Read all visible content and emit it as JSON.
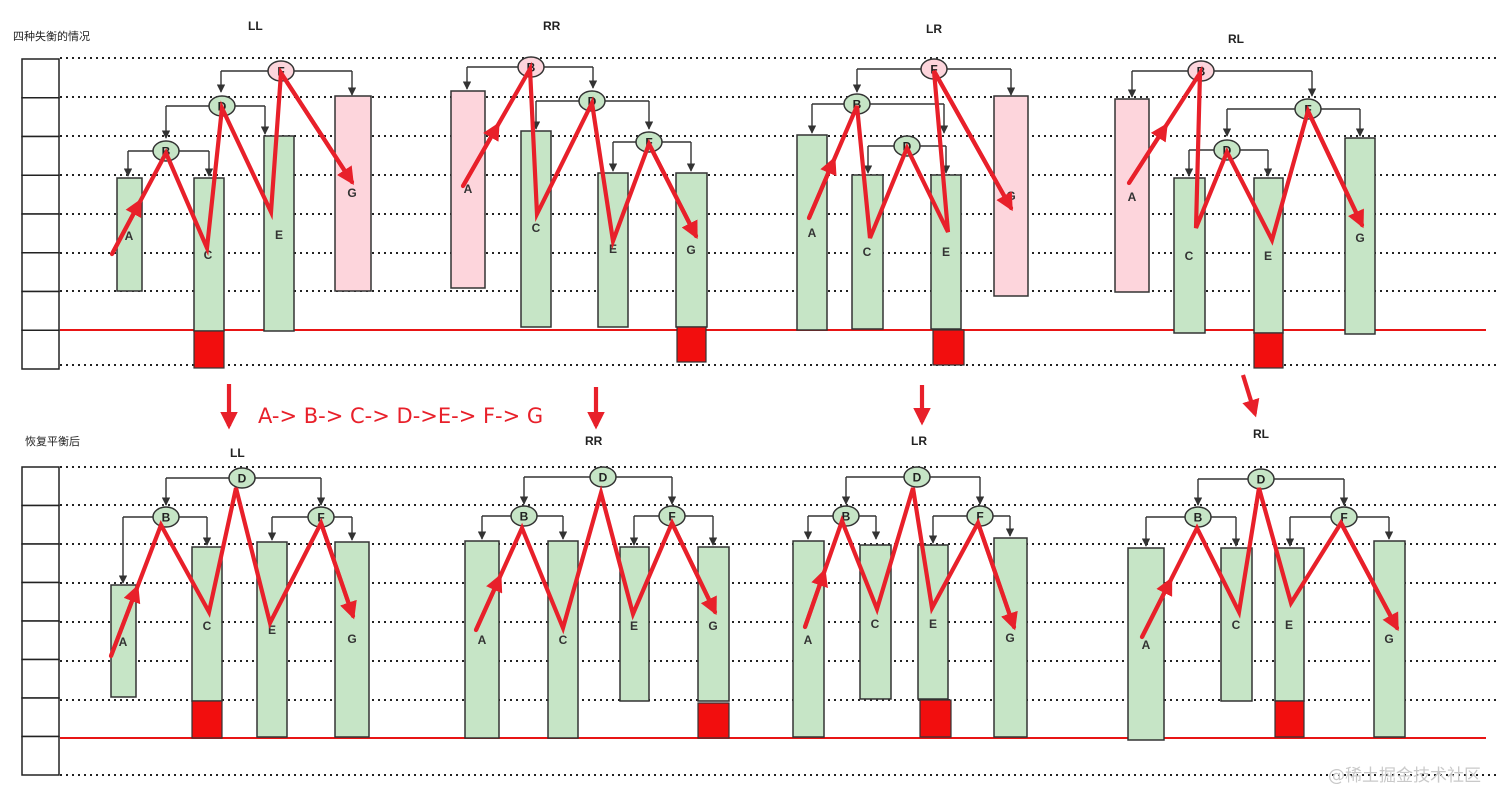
{
  "labels": {
    "top_caption": "四种失衡的情况",
    "bottom_caption": "恢复平衡后",
    "sequence": "A-> B-> C-> D->E-> F-> G",
    "watermark": "@稀土掘金技术社区"
  },
  "top_diagrams": [
    {
      "title": "LL"
    },
    {
      "title": "RR"
    },
    {
      "title": "LR"
    },
    {
      "title": "RL"
    }
  ],
  "bottom_diagrams": [
    {
      "title": "LL"
    },
    {
      "title": "RR"
    },
    {
      "title": "LR"
    },
    {
      "title": "RL"
    }
  ],
  "colors": {
    "green_fill": "#c6e5c6",
    "pink_fill": "#fdd5dc",
    "red_block": "#f20e0e",
    "red_arrow": "#e8202a",
    "baseline": "#e81515",
    "outline": "#333333"
  }
}
